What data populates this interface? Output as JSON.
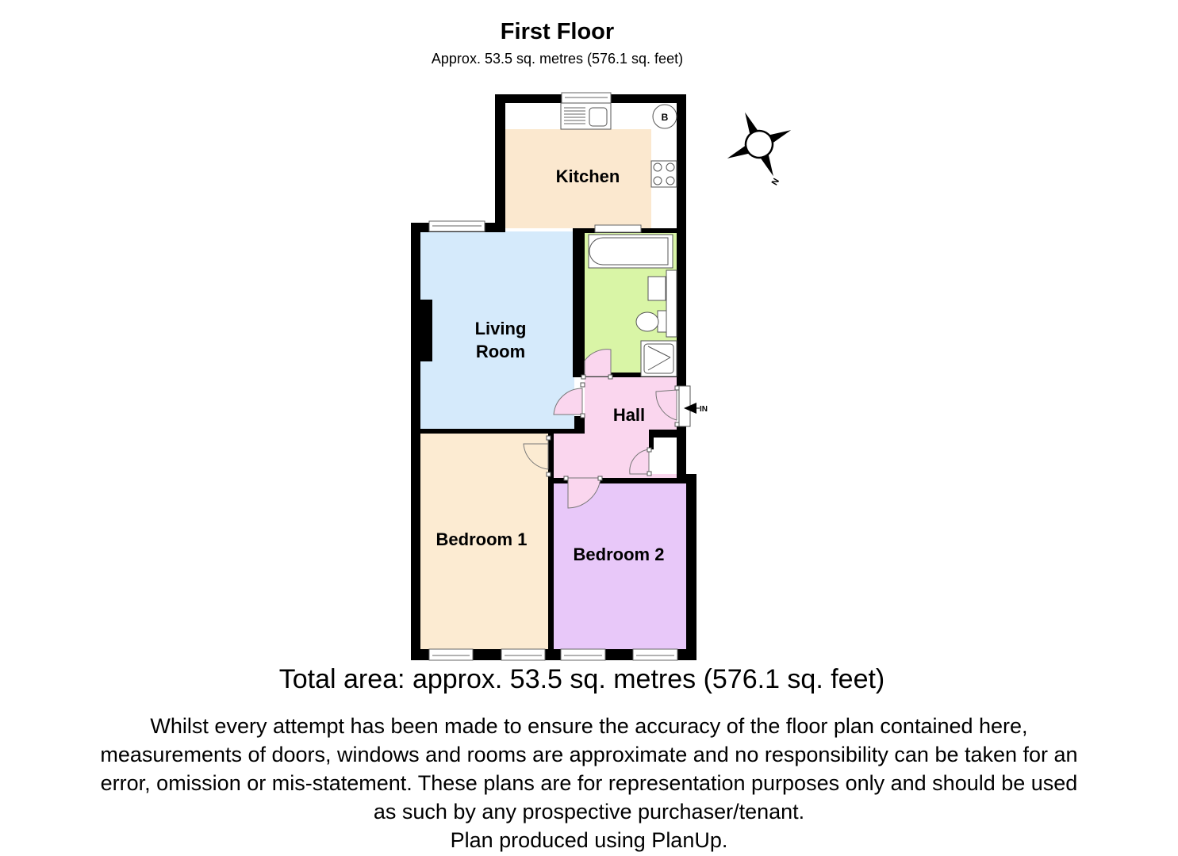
{
  "header": {
    "title": "First Floor",
    "subtitle": "Approx. 53.5 sq. metres (576.1 sq. feet)"
  },
  "rooms": {
    "kitchen": {
      "label": "Kitchen",
      "color": "#fbe8cf"
    },
    "living_room": {
      "label_line1": "Living",
      "label_line2": "Room",
      "color": "#d5eafb"
    },
    "bathroom": {
      "label": "",
      "color": "#d9f5a6"
    },
    "hall": {
      "label": "Hall",
      "color": "#fad6ee"
    },
    "bedroom1": {
      "label": "Bedroom 1",
      "color": "#fcebd2"
    },
    "bedroom2": {
      "label": "Bedroom 2",
      "color": "#e8c8f9"
    }
  },
  "fixtures": {
    "boiler_label": "B",
    "entrance_label": "IN",
    "compass_label": "N"
  },
  "colors": {
    "wall": "#000000",
    "fixture_stroke": "#555555",
    "background": "#ffffff"
  },
  "footer": {
    "total_area": "Total area: approx. 53.5 sq. metres (576.1 sq. feet)",
    "disclaimer_lines": [
      "Whilst every attempt has been made to ensure the accuracy of the floor plan contained here,",
      "measurements of doors, windows and rooms are approximate and no responsibility can be taken for an",
      "error, omission or mis-statement. These plans are for representation purposes only and should be used",
      "as such by any prospective purchaser/tenant.",
      "Plan produced using PlanUp."
    ]
  }
}
